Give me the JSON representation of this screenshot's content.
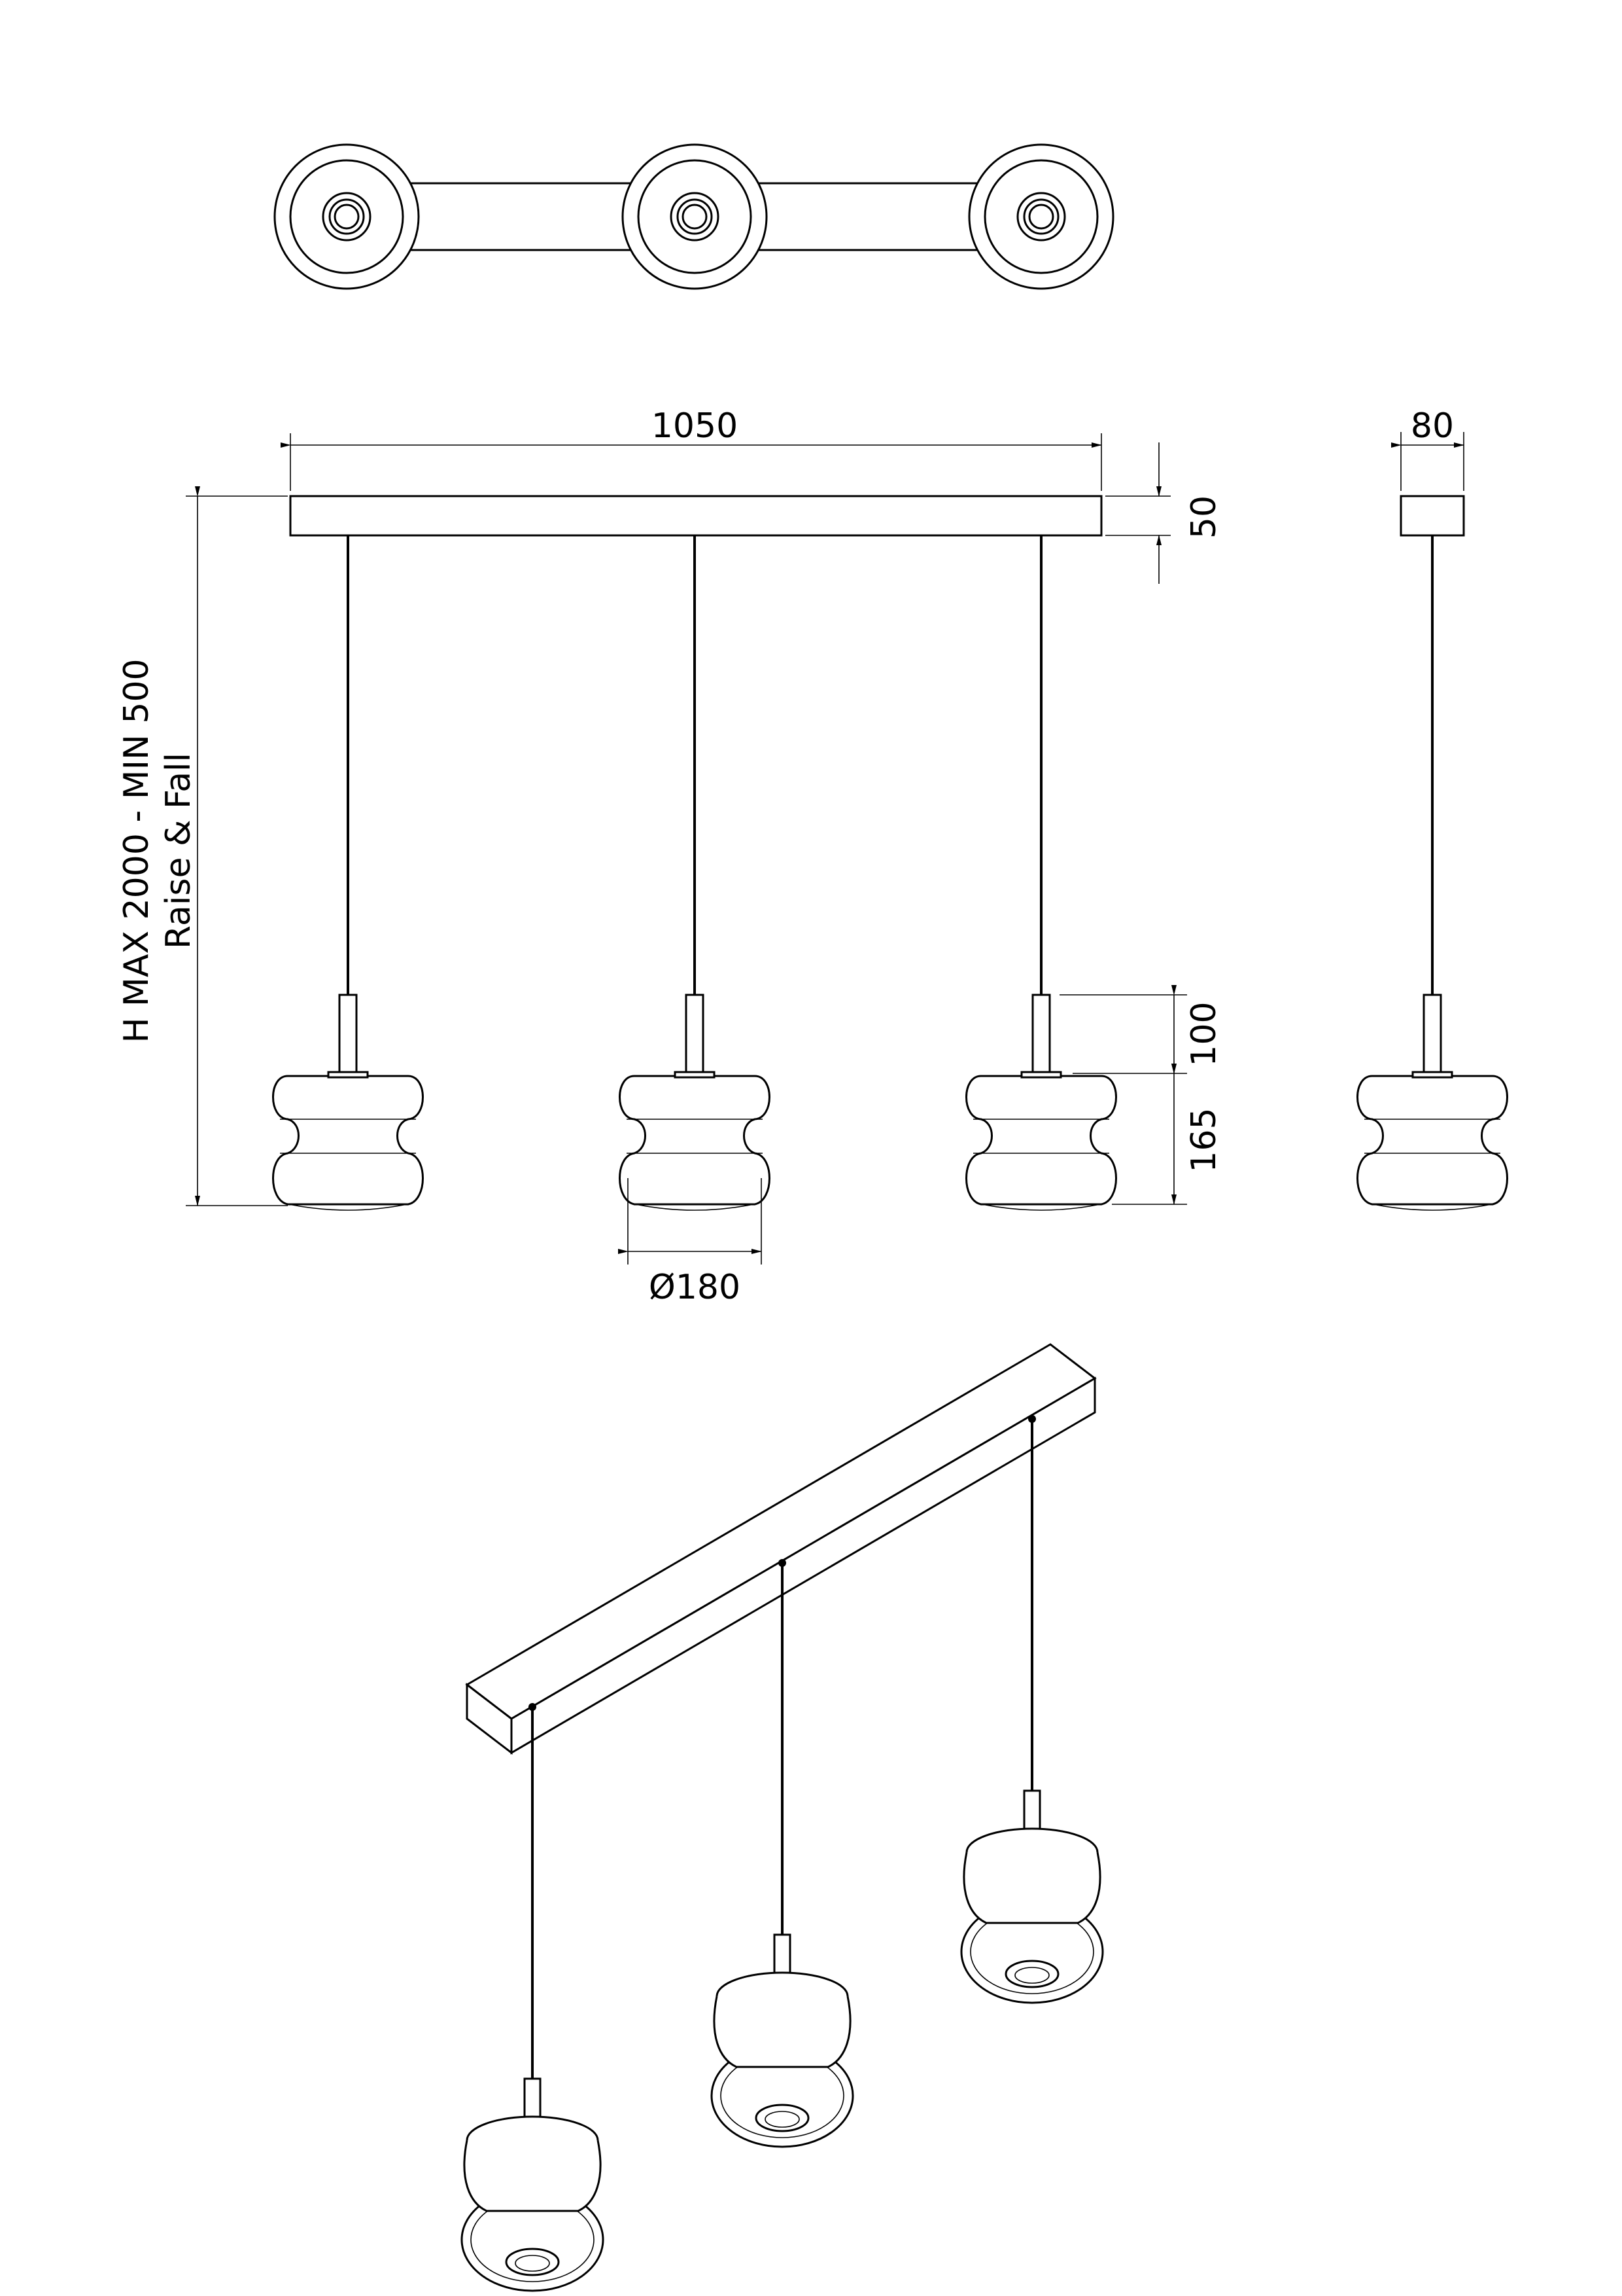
{
  "drawing": {
    "dimensions": {
      "overall_width": "1050",
      "canopy_height": "50",
      "canopy_depth": "80",
      "stem_length": "100",
      "shade_height": "165",
      "shade_diameter": "Ø180"
    },
    "notes": {
      "height_range": "H MAX 2000 - MIN 500",
      "adjustment": "Raise & Fall"
    }
  }
}
